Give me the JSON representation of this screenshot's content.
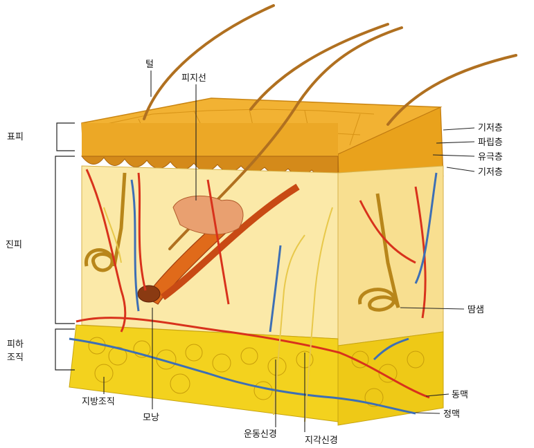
{
  "labels": {
    "hair": "털",
    "sebaceous_gland": "피지선",
    "epidermis": "표피",
    "dermis": "진피",
    "subcutaneous_1": "피하",
    "subcutaneous_2": "조직",
    "basal_layer_top": "기저층",
    "granular_layer": "파립층",
    "spinous_layer": "유극층",
    "basal_layer_bottom": "기저층",
    "sweat_gland": "땀샘",
    "artery": "동맥",
    "vein": "정맥",
    "fat_tissue": "지방조직",
    "hair_follicle": "모낭",
    "motor_nerve": "운동신경",
    "sensory_nerve": "지각신경"
  },
  "colors": {
    "epidermis_top": "#f2b233",
    "epidermis_side": "#e9a21c",
    "dermis": "#fbe9a8",
    "fat": "#f3d21e",
    "artery": "#d8321c",
    "vein": "#3d6fb5",
    "nerve": "#e8c84a"
  }
}
